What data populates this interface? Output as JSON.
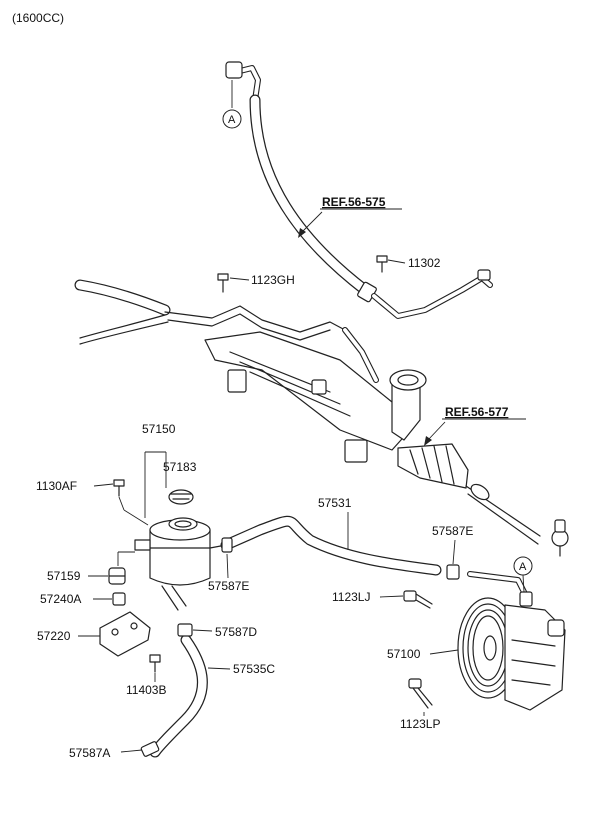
{
  "variant": "(1600CC)",
  "refs": {
    "ref_575": "REF.56-575",
    "ref_577": "REF.56-577"
  },
  "markers": {
    "a_top": "A",
    "a_pump": "A"
  },
  "parts": {
    "p11302": "11302",
    "p1123GH": "1123GH",
    "p57150": "57150",
    "p57183": "57183",
    "p1130AF": "1130AF",
    "p57531": "57531",
    "p57587E_right": "57587E",
    "p57159": "57159",
    "p57587E_left": "57587E",
    "p57240A": "57240A",
    "p1123LJ": "1123LJ",
    "p57220": "57220",
    "p57587D": "57587D",
    "p57100": "57100",
    "p11403B": "11403B",
    "p57535C": "57535C",
    "p1123LP": "1123LP",
    "p57587A": "57587A"
  }
}
